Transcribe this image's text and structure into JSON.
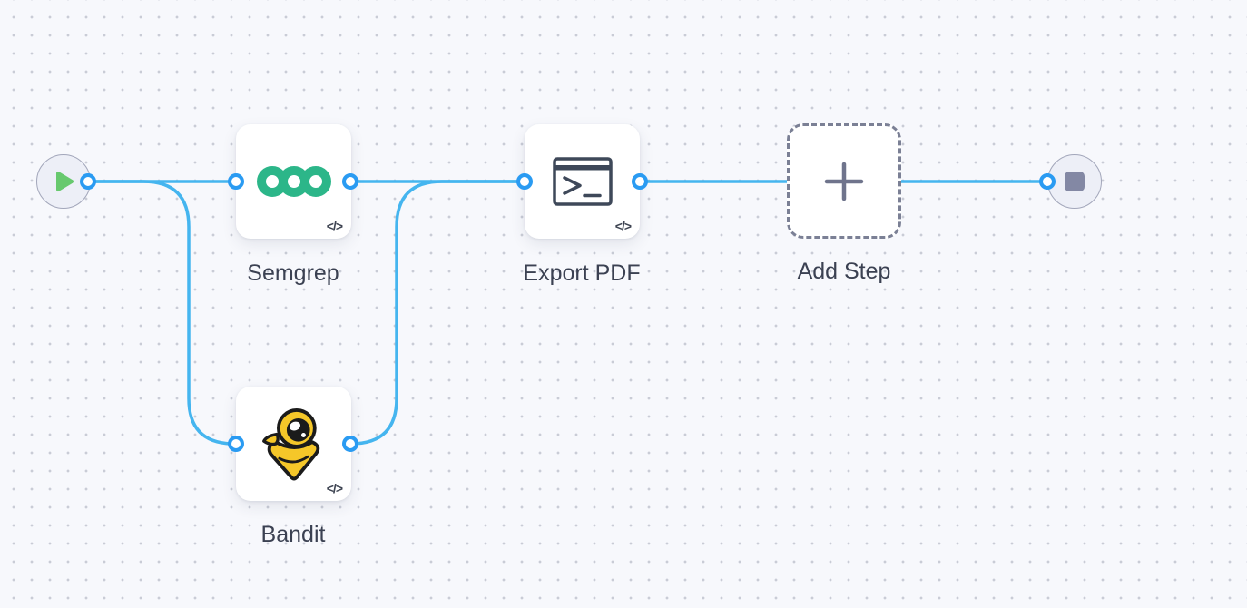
{
  "canvas": {
    "background_color": "#f7f8fc",
    "dot_color": "#c9ccd6",
    "edge_color": "#45b5ef",
    "port_color": "#2a9bf2"
  },
  "nodes": {
    "start": {
      "kind": "trigger",
      "icon": "play-icon",
      "icon_color": "#67c96e"
    },
    "semgrep": {
      "label": "Semgrep",
      "icon": "semgrep-logo",
      "badge": "</>",
      "brand_color": "#2cb689"
    },
    "bandit": {
      "label": "Bandit",
      "icon": "bandit-logo",
      "badge": "</>",
      "brand_color": "#f5c729"
    },
    "export_pdf": {
      "label": "Export PDF",
      "icon": "terminal-icon",
      "badge": "</>",
      "icon_color": "#3e4859"
    },
    "add_step": {
      "label": "Add Step",
      "icon": "plus-icon",
      "icon_color": "#6f748c"
    },
    "end": {
      "kind": "terminator",
      "icon": "stop-icon",
      "icon_color": "#8388a4"
    }
  },
  "edges": [
    {
      "from": "start",
      "to": "semgrep"
    },
    {
      "from": "start",
      "to": "bandit"
    },
    {
      "from": "semgrep",
      "to": "export_pdf"
    },
    {
      "from": "bandit",
      "to": "export_pdf"
    },
    {
      "from": "export_pdf",
      "to": "end"
    }
  ]
}
